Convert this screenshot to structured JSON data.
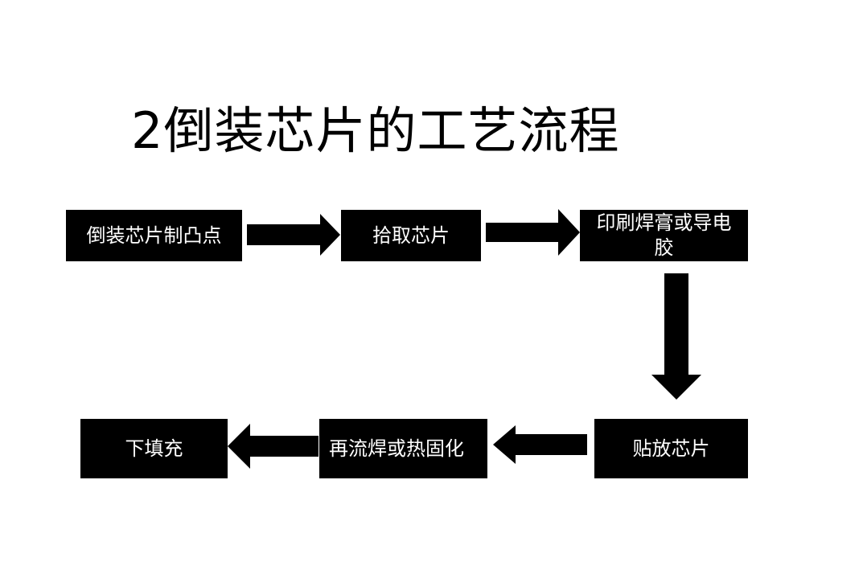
{
  "title": "2倒装芯片的工艺流程",
  "steps": [
    {
      "label": "倒装芯片制凸点"
    },
    {
      "label": "拾取芯片"
    },
    {
      "label": "印刷焊膏或导电胶"
    },
    {
      "label": "贴放芯片"
    },
    {
      "label": "再流焊或热固化"
    },
    {
      "label": "下填充"
    }
  ],
  "colors": {
    "box_fill": "#000000",
    "box_text": "#ffffff",
    "arrow_fill": "#000000",
    "background": "#ffffff"
  }
}
